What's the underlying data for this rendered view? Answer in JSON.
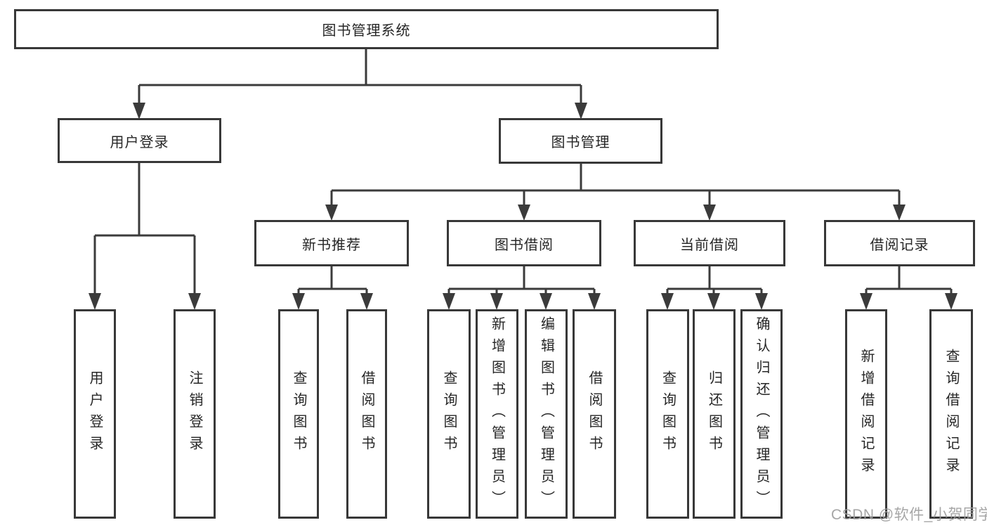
{
  "colors": {
    "background": "#ffffff",
    "line": "#3b3b3b",
    "box_border": "#383838",
    "text": "#262626",
    "watermark": "#9e9e9e"
  },
  "watermark": {
    "text": "CSDN @软件_小贺同学"
  },
  "tree": {
    "label": "图书管理系统",
    "children": [
      {
        "label": "用户登录",
        "children": [
          {
            "label": "用户登录"
          },
          {
            "label": "注销登录"
          }
        ]
      },
      {
        "label": "图书管理",
        "children": [
          {
            "label": "新书推荐",
            "children": [
              {
                "label": "查询图书"
              },
              {
                "label": "借阅图书"
              }
            ]
          },
          {
            "label": "图书借阅",
            "children": [
              {
                "label": "查询图书"
              },
              {
                "label": "新增图书（管理员）"
              },
              {
                "label": "编辑图书（管理员）"
              },
              {
                "label": "借阅图书"
              }
            ]
          },
          {
            "label": "当前借阅",
            "children": [
              {
                "label": "查询图书"
              },
              {
                "label": "归还图书"
              },
              {
                "label": "确认归还（管理员）"
              }
            ]
          },
          {
            "label": "借阅记录",
            "children": [
              {
                "label": "新增借阅记录"
              },
              {
                "label": "查询借阅记录"
              }
            ]
          }
        ]
      }
    ]
  }
}
